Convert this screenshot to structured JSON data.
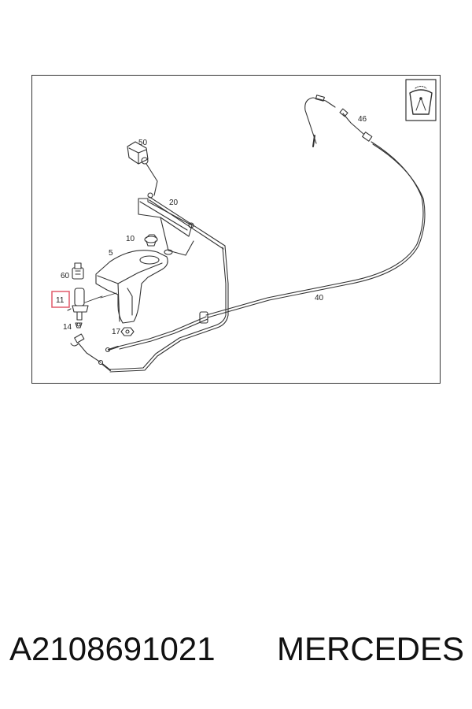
{
  "diagram": {
    "callouts": {
      "c46": "46",
      "c50": "50",
      "c20": "20",
      "c10": "10",
      "c5": "5",
      "c60": "60",
      "c11": "11",
      "c14": "14",
      "c17": "17",
      "c40": "40"
    },
    "highlight_color": "#e05a6a",
    "line_color": "#333333"
  },
  "footer": {
    "part_number": "A2108691021",
    "brand": "MERCEDES"
  }
}
